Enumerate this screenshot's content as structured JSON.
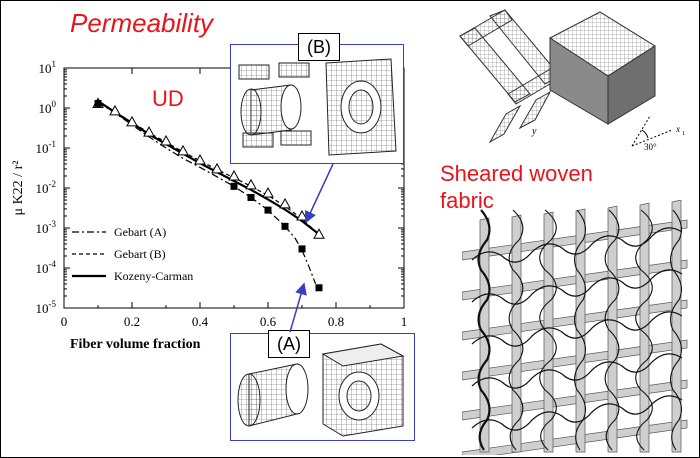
{
  "title": "Permeability",
  "ud_label": "UD",
  "sheared_label_1": "Sheared woven",
  "sheared_label_2": "fabric",
  "inset_b_label": "(B)",
  "inset_a_label": "(A)",
  "axis_letters": {
    "y": "y",
    "x1": "x",
    "x1_sub": "1",
    "angle": "30°"
  },
  "colors": {
    "title": "#e8141b",
    "inset_border": "#3a3fbf",
    "series": "#000000"
  },
  "chart_data": {
    "type": "line",
    "xlabel": "Fiber volume fraction",
    "ylabel": "μ K22 / r²",
    "xlim": [
      0,
      1
    ],
    "ylim_log10": [
      -5,
      1
    ],
    "y_scale": "log",
    "x_ticks": [
      "0",
      "0.2",
      "0.4",
      "0.6",
      "0.8",
      "1"
    ],
    "y_ticks": [
      {
        "base": "10",
        "exp": "1"
      },
      {
        "base": "10",
        "exp": "0"
      },
      {
        "base": "10",
        "exp": "-1"
      },
      {
        "base": "10",
        "exp": "-2"
      },
      {
        "base": "10",
        "exp": "-3"
      },
      {
        "base": "10",
        "exp": "-4"
      },
      {
        "base": "10",
        "exp": "-5"
      }
    ],
    "legend_position": "bottom-left",
    "series": [
      {
        "name": "Gebart (A)",
        "style": "dash-dot",
        "x": [
          0.1,
          0.15,
          0.2,
          0.25,
          0.3,
          0.35,
          0.4,
          0.45,
          0.5,
          0.55,
          0.6,
          0.65,
          0.68,
          0.7,
          0.72,
          0.74
        ],
        "y": [
          1.4,
          0.75,
          0.38,
          0.19,
          0.1,
          0.055,
          0.033,
          0.019,
          0.011,
          0.0058,
          0.0028,
          0.0011,
          0.00055,
          0.00028,
          0.00011,
          4e-05
        ]
      },
      {
        "name": "Gebart (B)",
        "style": "dashed",
        "x": [
          0.1,
          0.15,
          0.2,
          0.25,
          0.3,
          0.35,
          0.4,
          0.45,
          0.5,
          0.55,
          0.6,
          0.65,
          0.7,
          0.75
        ],
        "y": [
          1.4,
          0.8,
          0.44,
          0.24,
          0.14,
          0.08,
          0.048,
          0.029,
          0.018,
          0.011,
          0.0065,
          0.0035,
          0.0017,
          0.00068
        ]
      },
      {
        "name": "Kozeny-Carman",
        "style": "solid",
        "x": [
          0.1,
          0.15,
          0.2,
          0.25,
          0.3,
          0.35,
          0.4,
          0.45,
          0.5,
          0.55,
          0.6,
          0.65,
          0.7,
          0.75
        ],
        "y": [
          1.5,
          0.78,
          0.42,
          0.22,
          0.125,
          0.072,
          0.042,
          0.025,
          0.015,
          0.009,
          0.0052,
          0.0029,
          0.0015,
          0.0007
        ]
      },
      {
        "name": "",
        "marker": "open-triangle",
        "x": [
          0.1,
          0.15,
          0.2,
          0.25,
          0.3,
          0.35,
          0.4,
          0.45,
          0.5,
          0.55,
          0.6,
          0.65,
          0.7,
          0.75
        ],
        "y": [
          1.3,
          0.85,
          0.45,
          0.25,
          0.15,
          0.085,
          0.05,
          0.03,
          0.02,
          0.012,
          0.0075,
          0.004,
          0.002,
          0.0007
        ]
      },
      {
        "name": "",
        "marker": "filled-square",
        "x": [
          0.1,
          0.5,
          0.55,
          0.6,
          0.65,
          0.7,
          0.75
        ],
        "y": [
          1.3,
          0.011,
          0.0058,
          0.0028,
          0.0011,
          0.0003,
          3.2e-05
        ]
      }
    ]
  }
}
